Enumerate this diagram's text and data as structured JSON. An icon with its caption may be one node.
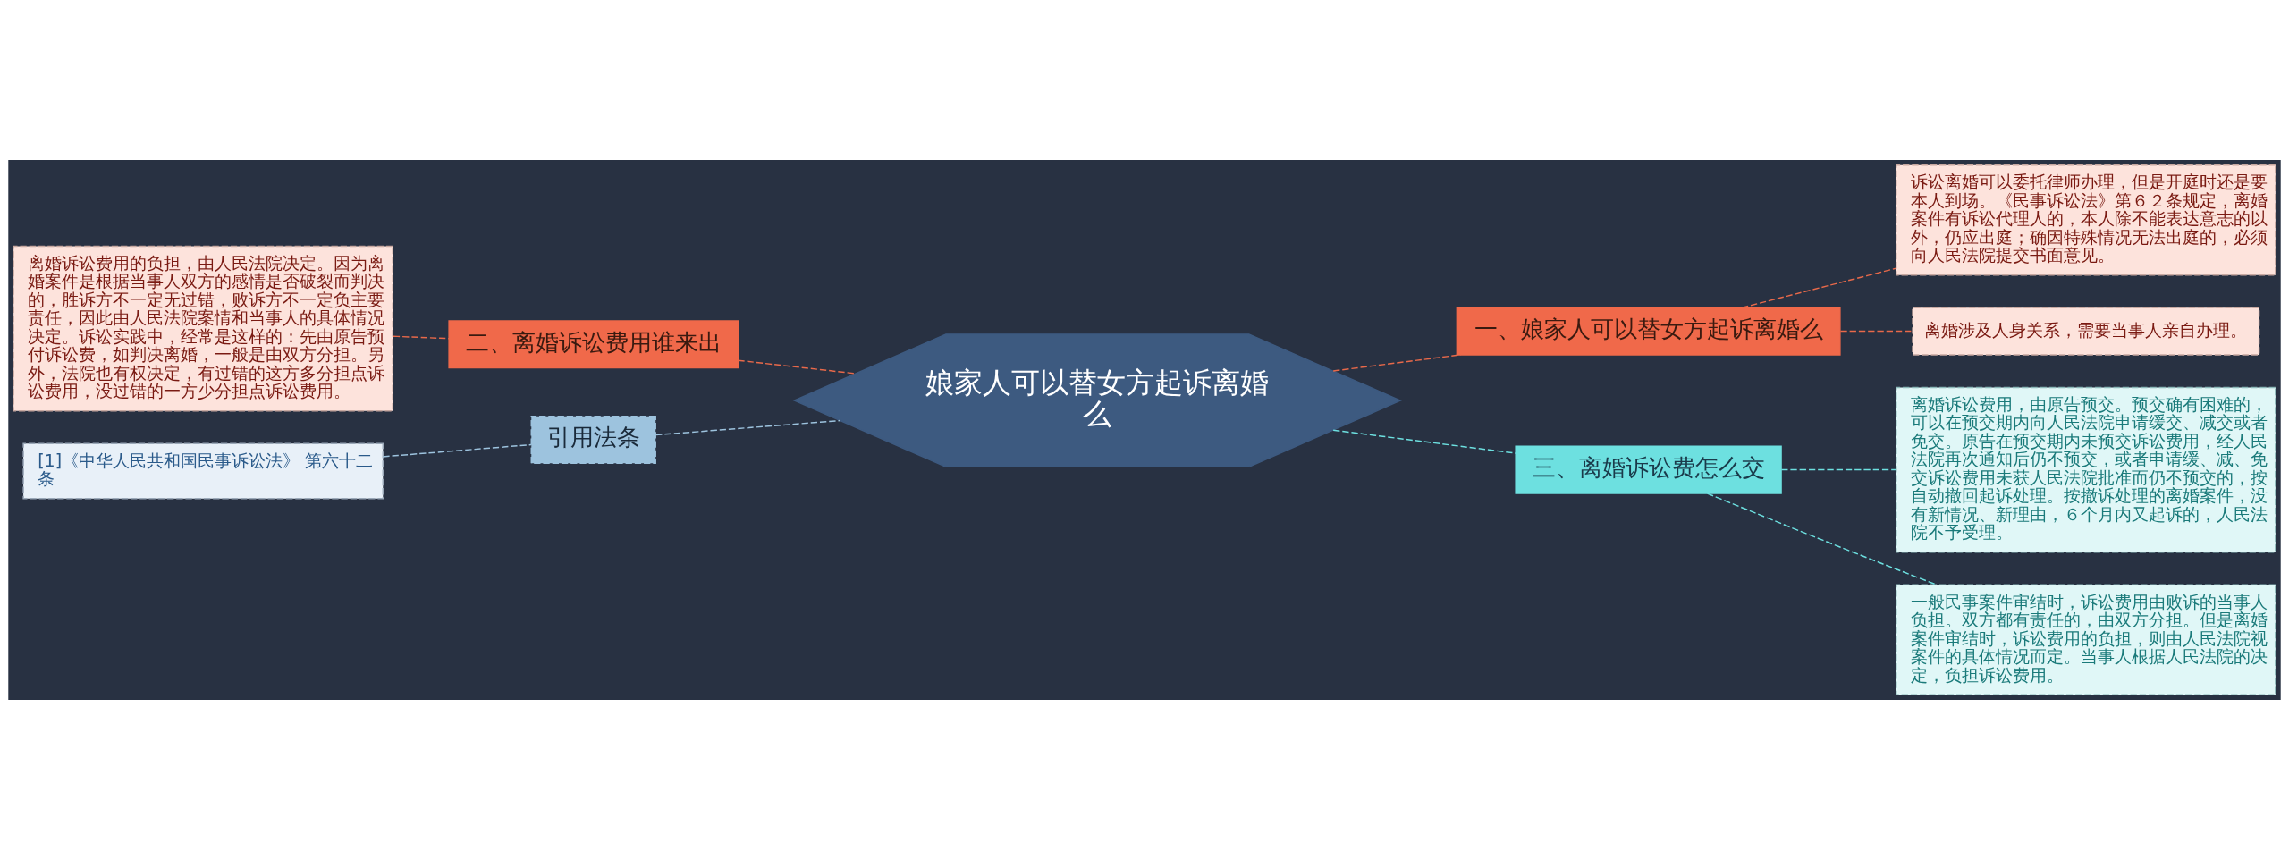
{
  "diagram": {
    "nodes": [
      {
        "text": [
          "娘家人可以替女方起诉离婚么"
        ]
      },
      {
        "text": [
          "一、娘家人可以替女方起诉离婚么"
        ]
      },
      {
        "text": [
          "诉讼离婚可以委托律师办理，但是开庭时还是要本人到场。《民事诉讼法》第６２条规定，离婚案件有诉讼代理人的，本人除不能表达意志的以外，仍应出庭；确因特殊情况无法出庭的，必须向人民法院提交书面意见。"
        ]
      },
      {
        "text": [
          "离婚涉及人身关系，需要当事人亲自办理。"
        ]
      },
      {
        "text": [
          "三、离婚诉讼费怎么交"
        ]
      },
      {
        "text": [
          "离婚诉讼费用，由原告预交。预交确有困难的，可以在预交期内向人民法院申请缓交、减交或者免交。原告在预交期内未预交诉讼费用，经人民法院再次通知后仍不预交，或者申请缓、减、免交诉讼费用未获人民法院批准而仍不预交的，按自动撤回起诉处理。按撤诉处理的离婚案件，没有新情况、新理由，６个月内又起诉的，人民法院不予受理。"
        ]
      },
      {
        "text": [
          "一般民事案件审结时，诉讼费用由败诉的当事人负担。双方都有责任的，由双方分担。但是离婚案件审结时，诉讼费用的负担，则由人民法院视案件的具体情况而定。当事人根据人民法院的决定，负担诉讼费用。"
        ]
      },
      {
        "text": [
          "二、离婚诉讼费用谁来出"
        ]
      },
      {
        "text": [
          "离婚诉讼费用的负担，由人民法院决定。因为离婚案件是根据当事人双方的感情是否破裂而判决的，胜诉方不一定无过错，败诉方不一定负主要责任，因此由人民法院案情和当事人的具体情况决定。诉讼实践中，经常是这样的：先由原告预付诉讼费，如判决离婚，一般是由双方分担。另外，法院也有权决定，有过错的这方多分担点诉讼费用，没过错的一方少分担点诉讼费用。"
        ]
      },
      {
        "text": [
          "引用法条"
        ]
      },
      {
        "text": [
          "[1]《中华人民共和国民事诉讼法》 第六十二条"
        ]
      }
    ],
    "edges": [
      {
        "from": 0,
        "to": 1,
        "arrow": "none",
        "style": "dashed"
      },
      {
        "from": 1,
        "to": 2,
        "arrow": "none",
        "style": "dashed"
      },
      {
        "from": 1,
        "to": 3,
        "arrow": "none",
        "style": "dashed"
      },
      {
        "from": 0,
        "to": 4,
        "arrow": "none",
        "style": "dashed",
        "color": "#6de0e0"
      },
      {
        "from": 4,
        "to": 5,
        "arrow": "none",
        "style": "dashed",
        "color": "#6de0e0"
      },
      {
        "from": 4,
        "to": 6,
        "arrow": "none",
        "style": "dashed",
        "color": "#6de0e0"
      },
      {
        "from": 8,
        "to": 7,
        "arrow": "none",
        "style": "dashed"
      },
      {
        "from": 7,
        "to": 0,
        "arrow": "none",
        "style": "dashed"
      },
      {
        "from": 10,
        "to": 9,
        "arrow": "none",
        "style": "dashed",
        "color": "#9dc3de"
      },
      {
        "from": 9,
        "to": 0,
        "arrow": "none",
        "style": "dashed",
        "color": "#9dc3de"
      }
    ]
  }
}
